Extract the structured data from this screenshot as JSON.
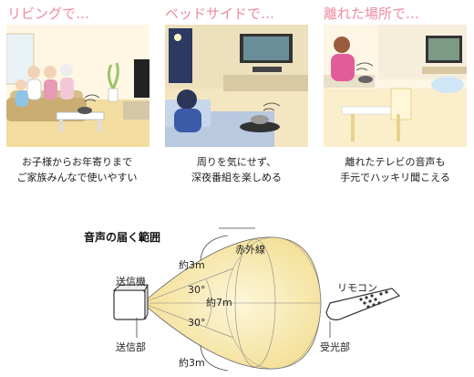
{
  "panels": [
    {
      "title": "リビングで…",
      "caption_line1": "お子様からお年寄りまで",
      "caption_line2": "ご家族みんなで使いやすい"
    },
    {
      "title": "ベッドサイドで…",
      "caption_line1": "周りを気にせず、",
      "caption_line2": "深夜番組を楽しめる"
    },
    {
      "title": "離れた場所で…",
      "caption_line1": "離れたテレビの音声も",
      "caption_line2": "手元でハッキリ聞こえる"
    }
  ],
  "diagram": {
    "title": "音声の届く範囲",
    "infrared": "赤外線",
    "range_side_top": "約3m",
    "range_side_bottom": "約3m",
    "range_front": "約7m",
    "angle_top": "30°",
    "angle_bottom": "30°",
    "transmitter": "送信機",
    "transmitter_part": "送信部",
    "remote": "リモコン",
    "receiver_part": "受光部"
  },
  "colors": {
    "title_pink": "#ee8aa0",
    "beam_yellow": "#f7e6a3",
    "scene_cream": "#f9f1d8"
  }
}
